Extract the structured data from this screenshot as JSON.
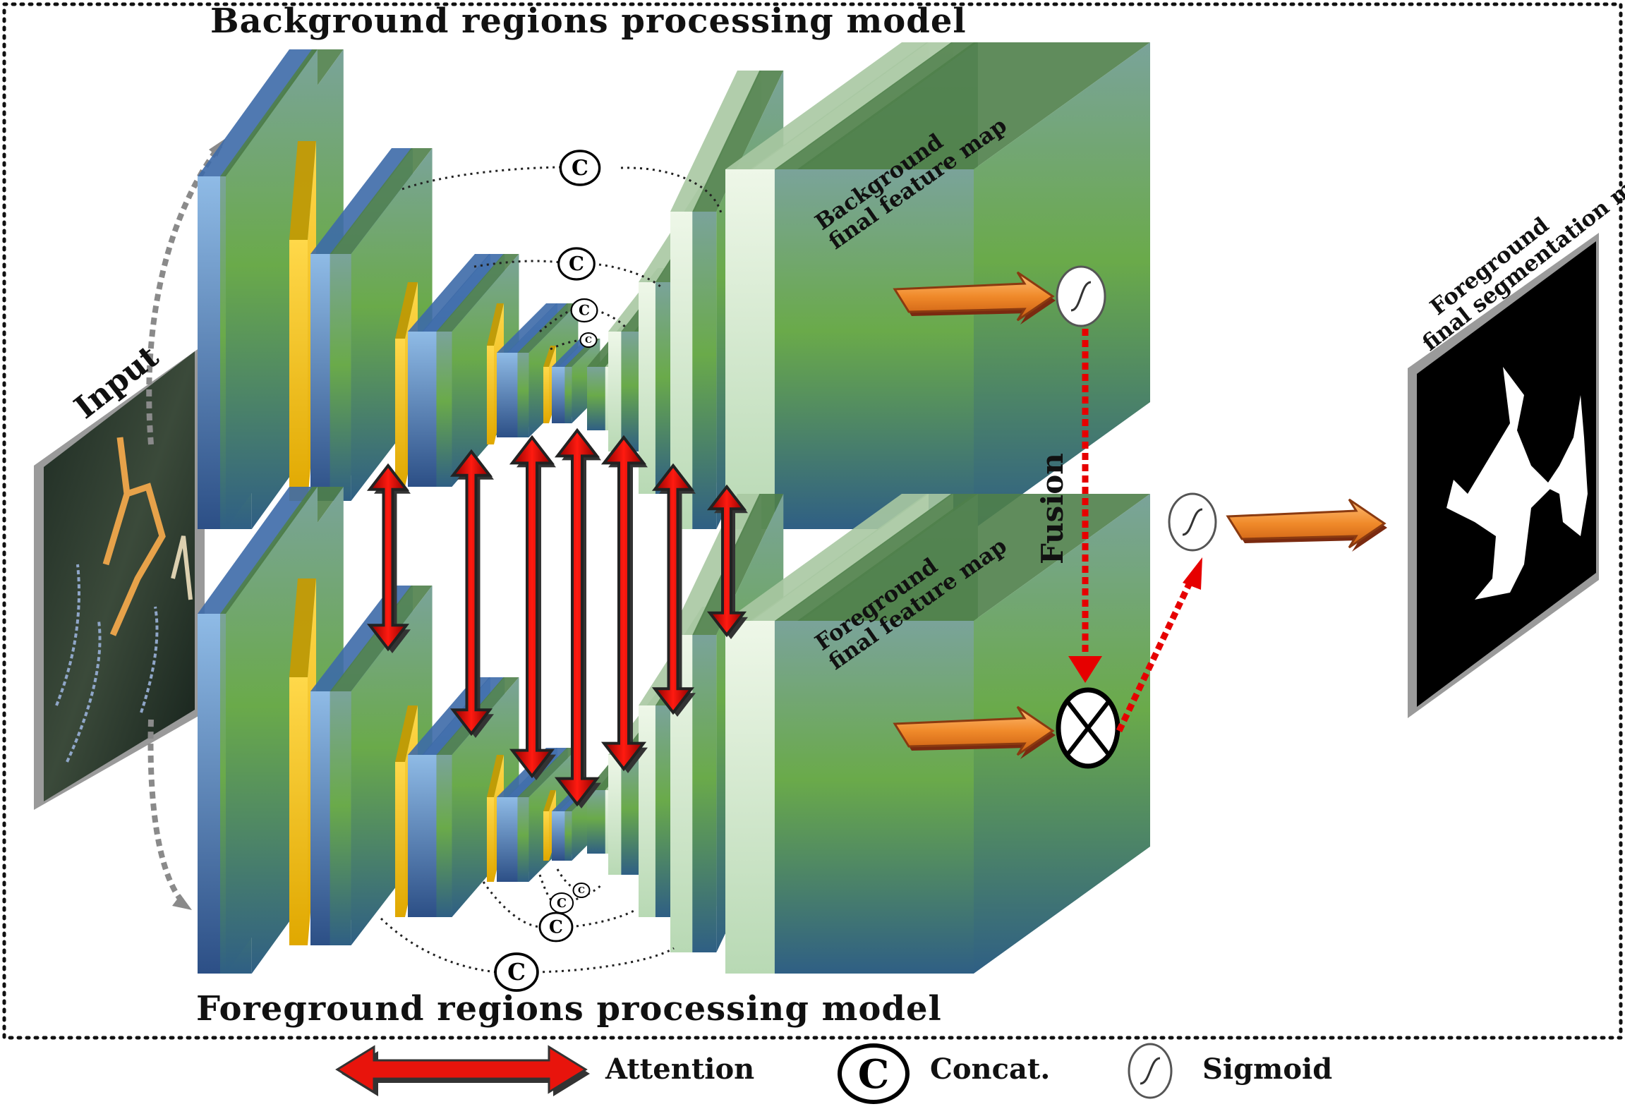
{
  "titles": {
    "top": "Background  regions  processing  model",
    "bottom": "Foreground  regions  processing  model"
  },
  "labels": {
    "input": "Input",
    "fusion": "Fusion",
    "bg_map": [
      "Background",
      "final feature map"
    ],
    "fg_map": [
      "Foreground",
      "final feature map"
    ],
    "out_map": [
      "Foreground",
      "final segmentation map"
    ]
  },
  "concat_symbol": "C",
  "legend": {
    "attention": "Attention",
    "concat": "Concat.",
    "sigmoid": "Sigmoid"
  },
  "colors": {
    "blue_layer": "#5b8ed0",
    "green_layer": "#6aaa4a",
    "yellow_layer": "#f1c40f",
    "pale_layer": "#d7ead0",
    "attention_red": "#e8140c",
    "arrow_orange": "#f08a2a",
    "fusion_red": "#e60000"
  }
}
